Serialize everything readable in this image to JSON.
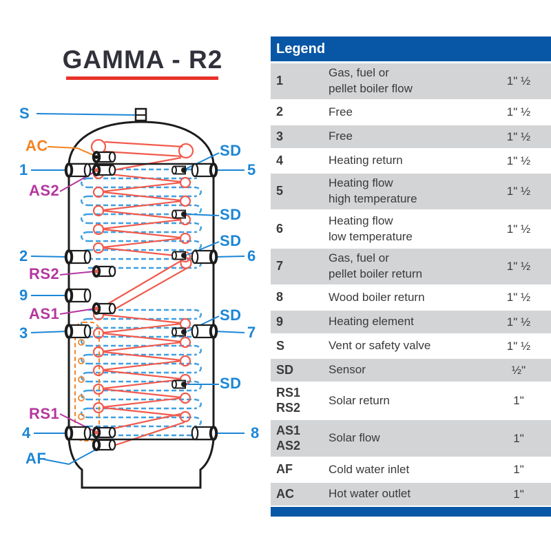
{
  "title": "GAMMA - R2",
  "diagram": {
    "labels": {
      "s": "S",
      "ac": "AC",
      "p1": "1",
      "as2": "AS2",
      "p2": "2",
      "rs2": "RS2",
      "p9": "9",
      "as1": "AS1",
      "p3": "3",
      "rs1": "RS1",
      "p4": "4",
      "af": "AF",
      "sd": "SD",
      "p5": "5",
      "p6": "6",
      "p7": "7",
      "p8": "8"
    },
    "colors": {
      "port_label_blue": "#1b86d6",
      "solar_label_magenta": "#b5369e",
      "ac_label_orange": "#f5821f",
      "coil_red": "#f15a4d",
      "coil_blue": "#3f9fe0",
      "coil_orange": "#f0862c",
      "title_underline_red": "#e8332a",
      "legend_header_blue": "#0857a6",
      "legend_row_gray": "#d3d4d6"
    }
  },
  "legend": {
    "header": "Legend",
    "rows": [
      {
        "code": "1",
        "desc": "Gas, fuel or\npellet boiler flow",
        "size": "1\" ½"
      },
      {
        "code": "2",
        "desc": "Free",
        "size": "1\" ½"
      },
      {
        "code": "3",
        "desc": "Free",
        "size": "1\" ½"
      },
      {
        "code": "4",
        "desc": "Heating return",
        "size": "1\" ½"
      },
      {
        "code": "5",
        "desc": "Heating flow\nhigh temperature",
        "size": "1\" ½"
      },
      {
        "code": "6",
        "desc": "Heating flow\nlow temperature",
        "size": "1\" ½"
      },
      {
        "code": "7",
        "desc": "Gas, fuel or\npellet boiler return",
        "size": "1\" ½"
      },
      {
        "code": "8",
        "desc": "Wood boiler return",
        "size": "1\" ½"
      },
      {
        "code": "9",
        "desc": "Heating element",
        "size": "1\" ½"
      },
      {
        "code": "S",
        "desc": "Vent or safety valve",
        "size": "1\" ½"
      },
      {
        "code": "SD",
        "desc": "Sensor",
        "size": "½\""
      },
      {
        "code": "RS1\nRS2",
        "desc": "Solar return",
        "size": "1\""
      },
      {
        "code": "AS1\nAS2",
        "desc": "Solar flow",
        "size": "1\""
      },
      {
        "code": "AF",
        "desc": "Cold water inlet",
        "size": "1\""
      },
      {
        "code": "AC",
        "desc": "Hot water outlet",
        "size": "1\""
      }
    ]
  }
}
